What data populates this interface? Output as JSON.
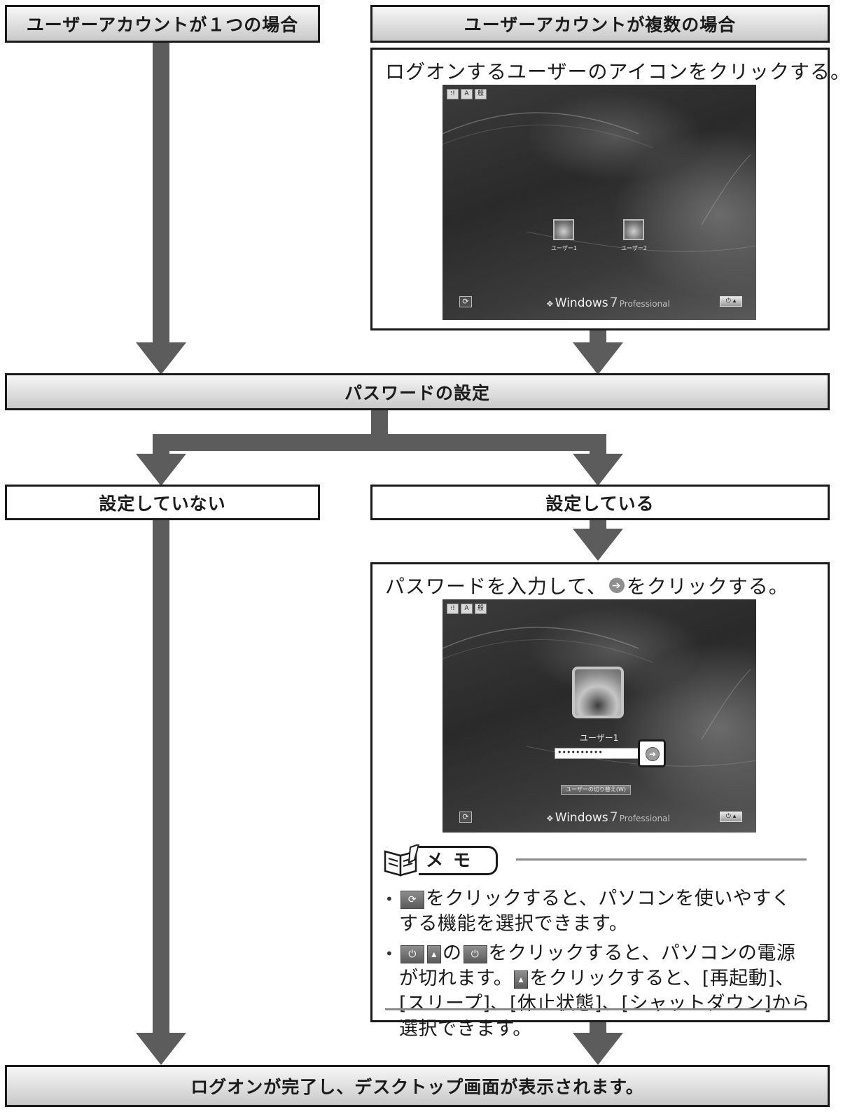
{
  "boxes": {
    "single_account": "ユーザーアカウントが１つの場合",
    "multiple_accounts": "ユーザーアカウントが複数の場合",
    "password_setting": "パスワードの設定",
    "not_set": "設定していない",
    "is_set": "設定している",
    "complete": "ログオンが完了し、デスクトップ画面が表示されます。"
  },
  "panel_users": {
    "caption": "ログオンするユーザーのアイコンをクリックする。",
    "screen": {
      "ime_buttons": [
        "⁝!",
        "A",
        "般"
      ],
      "users": [
        "ユーザー1",
        "ユーザー2"
      ],
      "brand_name": "Windows",
      "brand_version": "7",
      "brand_edition": "Professional",
      "ease_icon": "ease-of-access-icon",
      "power_icon": "power-icon"
    }
  },
  "panel_password": {
    "caption_before": "パスワードを入力して、",
    "caption_after": "をクリックする。",
    "screen": {
      "ime_buttons": [
        "⁝!",
        "A",
        "般"
      ],
      "user_name": "ユーザー1",
      "password_mask": "••••••••••",
      "switch_user_label": "ユーザーの切り替え(W)",
      "brand_name": "Windows",
      "brand_version": "7",
      "brand_edition": "Professional"
    }
  },
  "memo": {
    "title": "メモ",
    "item1": {
      "text": "をクリックすると、パソコンを使いやすくする機能を選択できます。"
    },
    "item2": {
      "text_a": "の",
      "text_b": "をクリックすると、パソコンの電源が切れます。",
      "text_c": "をクリックすると、[再起動]、[スリープ]、[休止状態]、[シャットダウン]から選択できます。"
    }
  },
  "colors": {
    "arrow": "#5c5c5c",
    "border": "#1a1a1a",
    "header_gradient_top": "#f6f6f6",
    "header_gradient_bottom": "#c9c9c9"
  }
}
